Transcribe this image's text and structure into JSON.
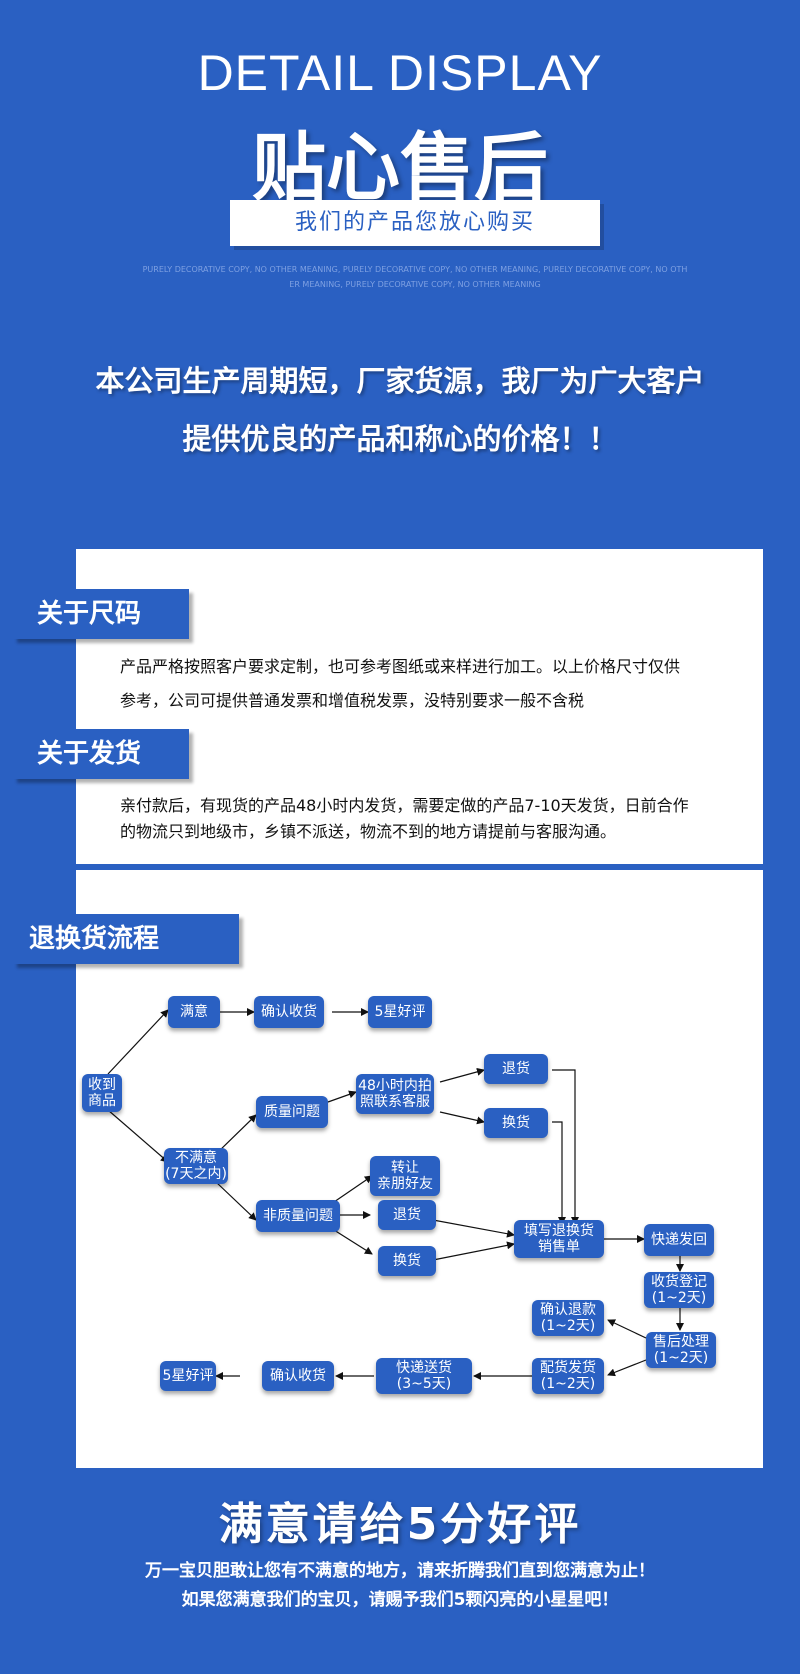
{
  "header": {
    "title_en": "DETAIL DISPLAY",
    "title_cn": "贴心售后",
    "subtitle": "我们的产品您放心购买",
    "decorative_line1": "PURELY DECORATIVE COPY, NO OTHER MEANING, PURELY DECORATIVE COPY, NO OTHER MEANING, PURELY DECORATIVE COPY, NO OTH",
    "decorative_line2": "ER MEANING, PURELY DECORATIVE COPY, NO OTHER MEANING"
  },
  "intro": {
    "line1": "本公司生产周期短，厂家货源，我厂为广大客户",
    "line2": "提供优良的产品和称心的价格！！"
  },
  "sections": {
    "size": {
      "title": "关于尺码",
      "line1": "产品严格按照客户要求定制，也可参考图纸或来样进行加工。以上价格尺寸仅供",
      "line2": "参考，公司可提供普通发票和增值税发票，没特别要求一般不含税"
    },
    "shipping": {
      "title": "关于发货",
      "line1": "亲付款后，有现货的产品48小时内发货，需要定做的产品7-10天发货，日前合作",
      "line2": "的物流只到地级市，乡镇不派送，物流不到的地方请提前与客服沟通。"
    },
    "return": {
      "title": "退换货流程"
    }
  },
  "flow": {
    "received": "收到\n商品",
    "satisfied": "满意",
    "confirm_receipt_top": "确认收货",
    "five_star_top": "5星好评",
    "unsatisfied": "不满意\n(7天之内)",
    "quality_issue": "质量问题",
    "contact_service": "48小时内拍\n照联系客服",
    "refund_top": "退货",
    "exchange_top": "换货",
    "non_quality_issue": "非质量问题",
    "transfer": "转让\n亲朋好友",
    "refund_mid": "退货",
    "exchange_mid": "换货",
    "fill_form": "填写退换货\n销售单",
    "express_return": "快递发回",
    "receive_register": "收货登记\n(1~2天)",
    "after_sale": "售后处理\n(1~2天)",
    "confirm_refund": "确认退款\n(1~2天)",
    "delivery": "配货发货\n(1~2天)",
    "express_send": "快递送货\n(3~5天)",
    "confirm_receipt_bottom": "确认收货",
    "five_star_bottom": "5星好评"
  },
  "footer": {
    "title": "满意请给5分好评",
    "line1": "万一宝贝胆敢让您有不满意的地方，请来折腾我们直到您满意为止！",
    "line2": "如果您满意我们的宝贝，请赐予我们5颗闪亮的小星星吧！"
  }
}
